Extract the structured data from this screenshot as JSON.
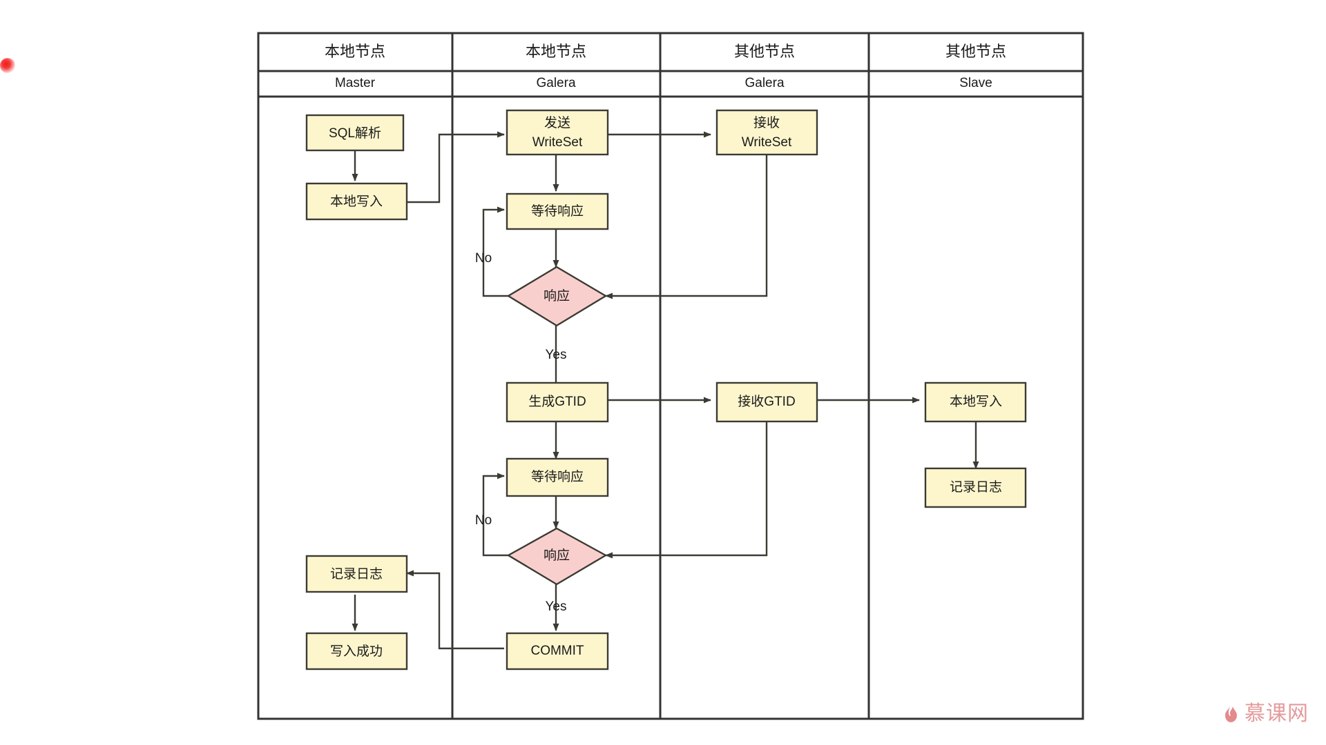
{
  "diagram": {
    "title_present": false,
    "lanes": [
      {
        "id": "lane-master",
        "header": "本地节点",
        "subheader": "Master"
      },
      {
        "id": "lane-galera-local",
        "header": "本地节点",
        "subheader": "Galera"
      },
      {
        "id": "lane-galera-other",
        "header": "其他节点",
        "subheader": "Galera"
      },
      {
        "id": "lane-slave",
        "header": "其他节点",
        "subheader": "Slave"
      }
    ],
    "nodes": {
      "sql_parse": {
        "label": "SQL解析",
        "shape": "rect",
        "lane": 0
      },
      "local_write_1": {
        "label": "本地写入",
        "shape": "rect",
        "lane": 0
      },
      "log_record_1": {
        "label": "记录日志",
        "shape": "rect",
        "lane": 0
      },
      "write_success": {
        "label": "写入成功",
        "shape": "rect",
        "lane": 0
      },
      "send_writeset_a": {
        "label": "发送",
        "shape": "rect",
        "lane": 1
      },
      "send_writeset_b": {
        "label": "WriteSet",
        "shape": "rect",
        "lane": 1
      },
      "wait_resp_1": {
        "label": "等待响应",
        "shape": "rect",
        "lane": 1
      },
      "decision_1": {
        "label": "响应",
        "shape": "diamond",
        "lane": 1
      },
      "gen_gtid": {
        "label": "生成GTID",
        "shape": "rect",
        "lane": 1
      },
      "wait_resp_2": {
        "label": "等待响应",
        "shape": "rect",
        "lane": 1
      },
      "decision_2": {
        "label": "响应",
        "shape": "diamond",
        "lane": 1
      },
      "commit": {
        "label": "COMMIT",
        "shape": "rect",
        "lane": 1
      },
      "recv_writeset_a": {
        "label": "接收",
        "shape": "rect",
        "lane": 2
      },
      "recv_writeset_b": {
        "label": "WriteSet",
        "shape": "rect",
        "lane": 2
      },
      "recv_gtid": {
        "label": "接收GTID",
        "shape": "rect",
        "lane": 2
      },
      "local_write_2": {
        "label": "本地写入",
        "shape": "rect",
        "lane": 3
      },
      "log_record_2": {
        "label": "记录日志",
        "shape": "rect",
        "lane": 3
      }
    },
    "edge_labels": {
      "no_1": "No",
      "yes_1": "Yes",
      "no_2": "No",
      "yes_2": "Yes"
    },
    "colors": {
      "process_fill": "#fdf6cd",
      "decision_fill": "#f9cfcd",
      "stroke": "#3b3b33",
      "lane_stroke": "#333333",
      "watermark": "#e49a9c",
      "cursor": "#f21b1b"
    }
  },
  "watermark": {
    "text": "慕课网",
    "icon": "flame-icon"
  }
}
